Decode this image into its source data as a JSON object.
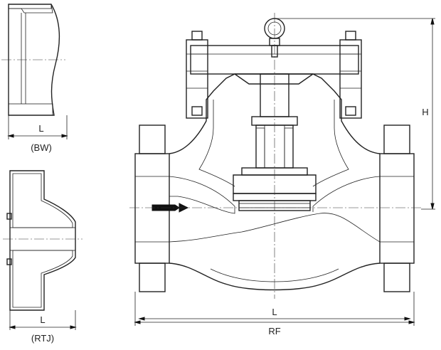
{
  "labels": {
    "bw_length": "L",
    "bw_caption": "(BW)",
    "rtj_length": "L",
    "rtj_caption": "(RTJ)",
    "main_length": "L",
    "main_rf": "RF",
    "height": "H"
  },
  "colors": {
    "line": "#222222",
    "background": "#ffffff"
  }
}
